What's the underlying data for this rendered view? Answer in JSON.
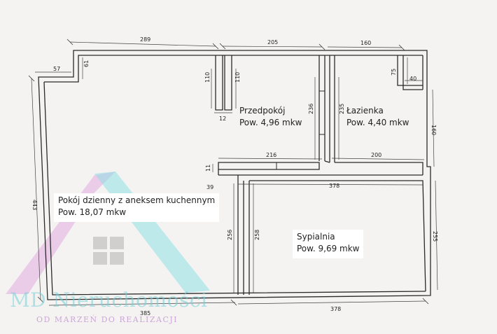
{
  "rooms": {
    "living": {
      "name": "Pokój dzienny z aneksem kuchennym",
      "area": "Pow. 18,07 mkw"
    },
    "hall": {
      "name": "Przedpokój",
      "area": "Pow. 4,96 mkw"
    },
    "bath": {
      "name": "Łazienka",
      "area": "Pow. 4,40 mkw"
    },
    "bed": {
      "name": "Sypialnia",
      "area": "Pow. 9,69 mkw"
    }
  },
  "dimensions": {
    "top_left": "289",
    "top_mid": "205",
    "top_right": "160",
    "nook_w": "57",
    "nook_h": "61",
    "left_h": "443",
    "stub1": "110",
    "stub2": "110",
    "stub_gap": "12",
    "hall_h": "236",
    "bath_h": "235",
    "bath_step_h": "75",
    "bath_step_w": "40",
    "right_upper": "160",
    "mid_left": "216",
    "mid_right": "200",
    "small_11": "11",
    "small_39": "39",
    "bed_top": "378",
    "left_inner": "256",
    "bed_left": "258",
    "bed_right": "255",
    "bottom_left": "385",
    "bottom_right": "378"
  },
  "branding": {
    "name": "MD Nieruchomości",
    "tagline": "OD MARZEŃ DO REALIZACJI",
    "colors": {
      "pink": "#d9a0dc",
      "teal": "#7fd5db",
      "gray": "#b8b8b8"
    }
  }
}
